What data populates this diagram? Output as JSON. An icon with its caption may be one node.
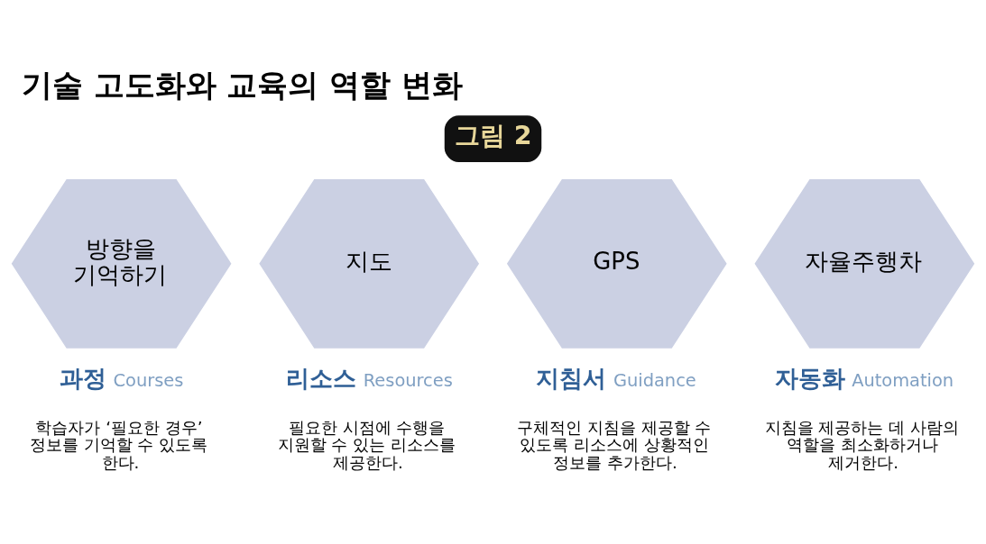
{
  "diagram": {
    "title": "기술 고도화와 교육의 역할 변화",
    "nodes": [
      {
        "text": [
          "방향을 기억하기"
        ],
        "beside": [
          "과정 Courses",
          "학습자가 ‘필요한 경우’ 정보를 기억할 수 있도록 한다."
        ]
      },
      {
        "text": [
          "지도"
        ],
        "beside": [
          "리소스 Resources",
          "필요한 시점에 수행을 지원할 수 있는 리소스를 제공한다."
        ]
      },
      {
        "text": [
          "GPS"
        ],
        "beside": [
          "지침서 Guidance",
          "구체적인 지침을 제공할 수 있도록 리소스에 상황적인 정보를 추가한다."
        ]
      },
      {
        "text": [
          "자율주행차"
        ],
        "beside": [
          "자동화 Automation",
          "지침을 제공하는 데 사람의 역할을 최소화하거나 제거한다."
        ]
      }
    ],
    "edges": [],
    "labels": [
      "그림 2"
    ]
  }
}
